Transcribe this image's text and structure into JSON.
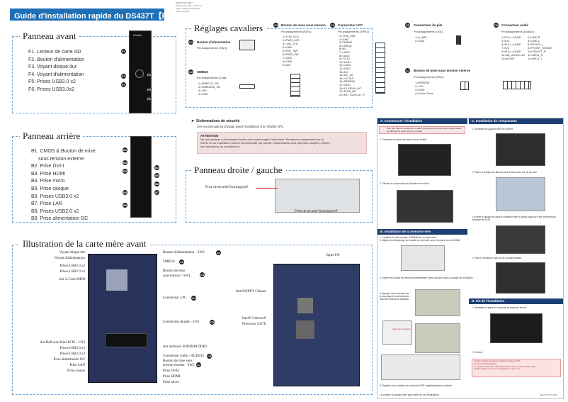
{
  "banner": {
    "title": "Guide d'installation rapide du DS437T【Français】"
  },
  "header_small": [
    "53RDS437T-0807",
    "Dimensions: 297 × 210 mm",
    "Paper: 100 g coated paper",
    "Color: 4C print"
  ],
  "front": {
    "title": "Panneau avant",
    "items": [
      "F1. Lecteur de carte SD",
      "F2. Bouton d'alimentation",
      "F3. Voyant disque dur",
      "F4. Voyant d'alimentation",
      "F5. Prises USB2.0 x2",
      "F6. Prises USB3.0x2"
    ],
    "markers": [
      "F1",
      "F2",
      "F3",
      "F4",
      "F5",
      "F6"
    ]
  },
  "back": {
    "title": "Panneau arrière",
    "items": [
      "B1. CMOS & Bouton de mise",
      "sous tension externe",
      "B2. Prise DVI-I",
      "B3. Prise HDMI",
      "B4. Prise micro",
      "B5. Prise casque",
      "B6. Prises USB3.0 x2",
      "B7. Prise LAN",
      "B8. Prises USB2.0 x2",
      "B9. Prise alimentation DC"
    ],
    "markers": [
      "B1",
      "B2",
      "B3",
      "B4",
      "B5",
      "B6",
      "B7",
      "B8",
      "B9"
    ]
  },
  "jumpers": {
    "title": "Réglages cavaliers",
    "c1": {
      "marker": "C1",
      "title": "Bouton d'alimentation",
      "sub": "Pin Assignments (SW3):"
    },
    "c2": {
      "marker": "C2",
      "title": "SMBUS",
      "sub": "Pin Assignments (CN8):",
      "pins": [
        "1=SMBCLK_SB",
        "2=SMBDATA_SB",
        "3=+5V",
        "4=GND"
      ]
    },
    "c3": {
      "marker": "C3",
      "title": "Bouton de mise sous tension",
      "sub": "Pin Assignments (SW1):",
      "pins": [
        "1=+HD_LED",
        "2=PWR_LED",
        "3=-HD_LED",
        "4=GND",
        "5=RST_SW",
        "6=PWR_SW",
        "7=GND",
        "8=GND",
        "9=N/A"
      ]
    },
    "c4": {
      "marker": "C4",
      "title": "Connecteur LPC",
      "sub": "Pin Assignments (TPM1):",
      "pins": [
        "1=TPM_SIM",
        "2=GND",
        "3=FRAME",
        "5=LDRQ1",
        "6=NC",
        "7=LAD3",
        "8=LAD2",
        "9=+3.3V",
        "10=LAD1",
        "11=LAD0",
        "12=GND",
        "13=NC",
        "14=NC_10",
        "15=+3.3VS",
        "16=SERIRQ",
        "17=GND",
        "18=CLKRUN_NC",
        "19=PCIE_NC",
        "20=NC_SUSCLK_R"
      ]
    },
    "c5": {
      "marker": "C5",
      "title": "Connecteur de pile",
      "sub": "Pin Assignments (CN1):",
      "pins": [
        "1=V_BAT",
        "2=GND"
      ]
    },
    "c6": {
      "marker": "C6",
      "title": "Connecteur audio",
      "sub": "Pin Assignments (Audio2):",
      "pins_left": [
        "1=PULL-AGND",
        "3=N/C",
        "5=PULL-AGND",
        "7=N/C",
        "9=PULL-AGND",
        "11=BK_AUDIO-1D",
        "13=AGND"
      ],
      "pins_right": [
        "2=LINE-R",
        "4=LINE-L",
        "6=FRONT_L",
        "8=FRONT_SENSE",
        "10=FRONT_R",
        "12=MIC1_R",
        "14=MIC1_L"
      ]
    },
    "c7": {
      "marker": "C7",
      "title": "Bouton de mise sous tension externe",
      "sub": "Pin Assignments (SW2):",
      "pins": [
        "1=PWRSW",
        "2=+5V",
        "3=GND",
        "4=Clear Cmos"
      ]
    }
  },
  "safety": {
    "title": "Sinformations de sécurité",
    "intro": "Lire les précautions d'usage avant l'installation d'un Shuttle XPC.",
    "attention_title": "ATTENTION",
    "attention_lines": [
      "Ne pas replacer correctement la pile peut endommager l'ordinateur. Remplacez uniquement par la",
      "même ou un équivalent comme recommandé par Shuttle. Débarrassez-vous des piles usagées d'après",
      "les instructions du constructeur."
    ]
  },
  "side": {
    "title": "Panneau droite / gauche",
    "kensington_top": "Prise de sécurité Kensington®",
    "kensington_bottom": "Prise de sécurité Kensington®"
  },
  "board": {
    "title": "Illustration de la carte mère avant",
    "left_labels": [
      "Voyant disque dur",
      "Voyant d'alimentation",
      "Prises USB3.0 x2",
      "Prises USB2.0 x2",
      "slot 2.5 inch HDD",
      "slot Half-size Mini-PCIE - CN3",
      "Prises USB3.0 x2",
      "Prises USB2.0 x2",
      "Prise alimentation DC",
      "Prise LAN",
      "Prise casque"
    ],
    "right_labels": [
      "Bouton d'alimentation - SW3",
      "SMBUS",
      "Bouton de mise",
      "sous tension - SW1",
      "Connecteur LPC",
      "Connecteur de pile - CN1",
      "slot mémoire SODIMM DDR3",
      "Connecteur audio - AUDIO2",
      "Bouton de mise sous",
      "tension externe - SW2",
      "Prise DVI-I",
      "Prise HDMI",
      "Prise micro"
    ],
    "right_markers": [
      "C1",
      "C2",
      "C3",
      "C4",
      "C5",
      "C6",
      "C7"
    ],
    "back_labels": [
      "Super I/O",
      "Intel®NM70 Chipset",
      "Intel® Celeron®",
      "Processor 1037U"
    ]
  },
  "steps": {
    "a_title": "A. Commencer l'installation",
    "a_warn": "Pour des raisons de sécurité, veuillez vous assurer que le cordon d'alimentation est débranché avant d'ouvrir le boîtier.",
    "a1": "1. Dévisser et retirer les deux vis du boîtier.",
    "a2": "2. Glisser le couvercle vers l'arrière et le haut.",
    "b_title": "B. Installation de la mémoire vive",
    "b1": "1. Localiser le slot mémoire SODIMM sur la carte mère.",
    "b1b": "2. Aligner le détrompage du module de mémoire avec l'encoche du slot DIMM.",
    "b2": "3. Insérer le module de mémoire délicatement dans l'encoche avec un angle de 45 degrés.",
    "b3": "4. Appuyer sur le module vers le bas jusqu'à enclenchement dans le mécanisme d'attache.",
    "b4": "5. Répétez pour installer des modules DDR supplémentaires si désiré.",
    "c_title": "C. Installation de composants",
    "c1": "1. Dévisser le support HDD du boîtier.",
    "c2": "2. Placer le disque dur dans la rack et fixer avec les vis au côté.",
    "c3": "3. Insérer le disque dur dans le châssis et fixer le grand jusqu'au fil est connecté aux connecteurs SATA.",
    "c4": "4. Fixez la fermeture avec la vis correspondante.",
    "d_title": "D. Fin de l'installation",
    "d1": "1. Remettre en place le couvercle et resserrer les vis.",
    "d2": "2. Terminé",
    "angle_label": "Angle de 45 degrés",
    "notes": [
      "Veuillez charger les valeurs optimisées dans le BIOS.",
      "Pendant des informations...",
      "Le support de données utilisé peut être le moins conforme. Notez bien ...",
      "Veuillez utiliser le code ou le support fourni avec vos ..."
    ],
    "footer_note": "Le contenu du produit livré peut varier de ces illustrations.",
    "footer_code": "53R-DS437T-0800"
  }
}
